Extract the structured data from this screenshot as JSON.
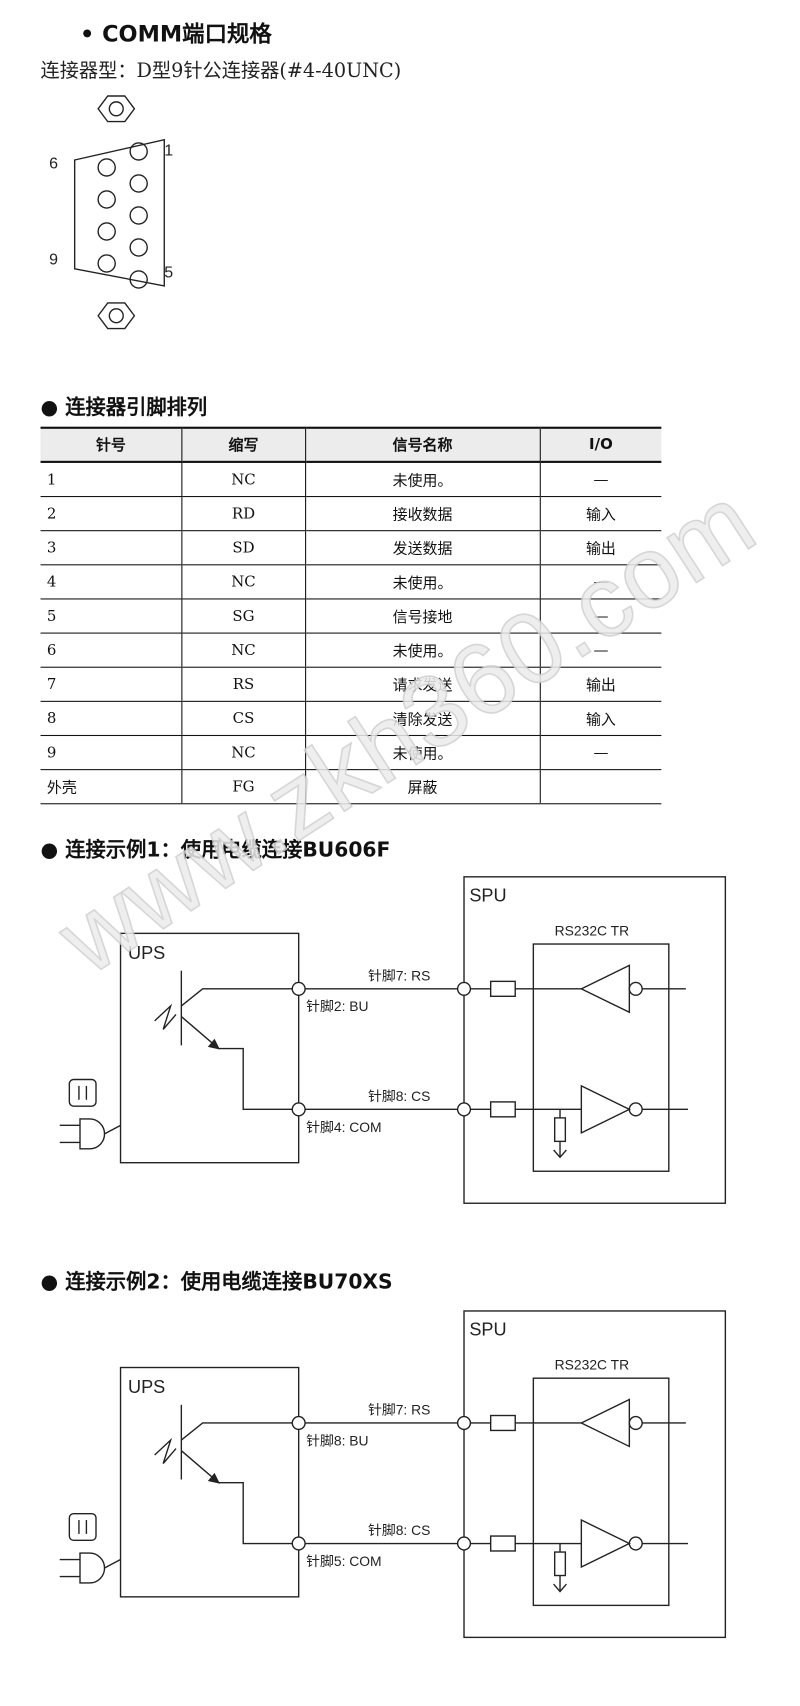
{
  "title": "• COMM端口规格",
  "subtitle": "连接器型：D型9针公连接器(#4-40UNC)",
  "connector": {
    "labels": {
      "pin6": "6",
      "pin1": "1",
      "pin9": "9",
      "pin5": "5"
    }
  },
  "pinout": {
    "heading": "● 连接器引脚排列",
    "headers": [
      "针号",
      "缩写",
      "信号名称",
      "I/O"
    ],
    "rows": [
      [
        "1",
        "NC",
        "未使用。",
        "—"
      ],
      [
        "2",
        "RD",
        "接收数据",
        "输入"
      ],
      [
        "3",
        "SD",
        "发送数据",
        "输出"
      ],
      [
        "4",
        "NC",
        "未使用。",
        "—"
      ],
      [
        "5",
        "SG",
        "信号接地",
        "—"
      ],
      [
        "6",
        "NC",
        "未使用。",
        "—"
      ],
      [
        "7",
        "RS",
        "请求发送",
        "输出"
      ],
      [
        "8",
        "CS",
        "清除发送",
        "输入"
      ],
      [
        "9",
        "NC",
        "未使用。",
        "—"
      ],
      [
        "外壳",
        "FG",
        "屏蔽",
        ""
      ]
    ]
  },
  "examples": [
    {
      "heading": "● 连接示例1：使用电缆连接BU606F",
      "ups": "UPS",
      "spu": "SPU",
      "tr": "RS232C TR",
      "pin_rs": "针脚7:  RS",
      "pin_bu": "针脚2:  BU",
      "pin_cs": "针脚8:  CS",
      "pin_com": "针脚4:  COM"
    },
    {
      "heading": "● 连接示例2：使用电缆连接BU70XS",
      "ups": "UPS",
      "spu": "SPU",
      "tr": "RS232C TR",
      "pin_rs": "针脚7:  RS",
      "pin_bu": "针脚8:  BU",
      "pin_cs": "针脚8:  CS",
      "pin_com": "针脚5:  COM"
    }
  ],
  "watermark": "www.zkh360.com"
}
